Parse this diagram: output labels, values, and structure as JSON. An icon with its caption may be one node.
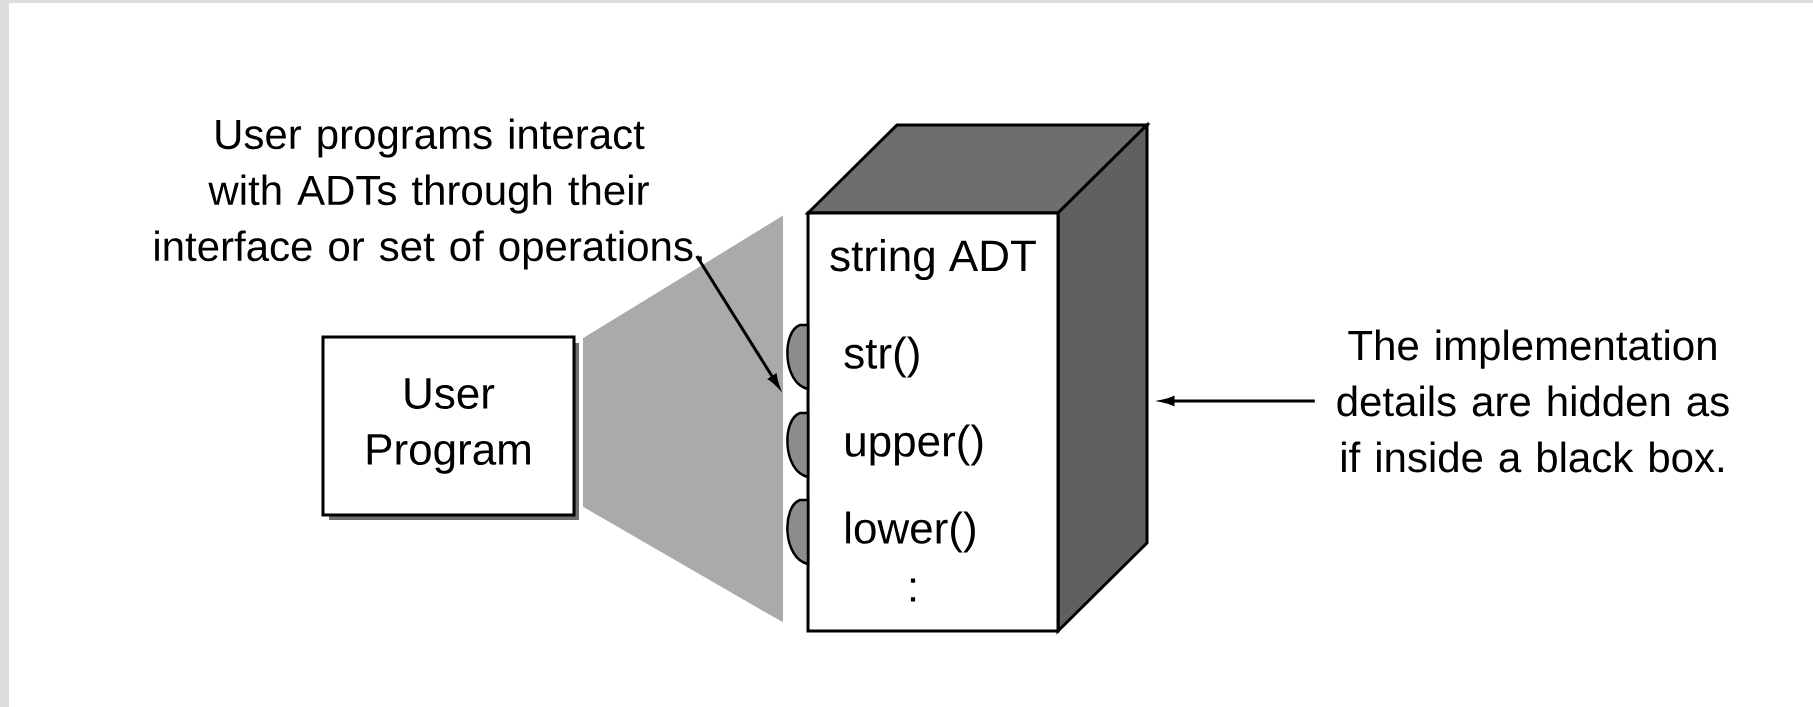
{
  "diagram": {
    "nodes": [
      {
        "text": [
          "User programs interact with ADTs through their interface or set of operations."
        ]
      },
      {
        "text": [
          "User Program"
        ]
      },
      {
        "text": [
          "string ADT",
          "str()",
          "upper()",
          "lower()",
          ":"
        ]
      },
      {
        "text": [
          "The implementation details are hidden as if inside a black box."
        ]
      }
    ],
    "edges": [
      {
        "from": 0,
        "to": 2,
        "arrow": "to"
      },
      {
        "from": 1,
        "to": 2,
        "arrow": "none",
        "style": "thick",
        "color": "#aaaaaa"
      },
      {
        "from": 3,
        "to": 2,
        "arrow": "to"
      }
    ]
  }
}
